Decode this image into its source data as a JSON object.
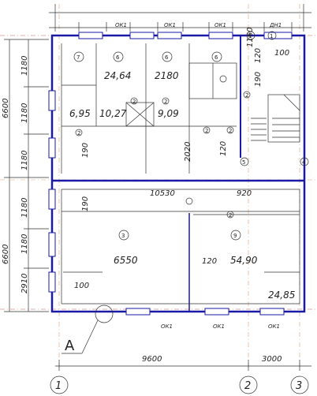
{
  "axes": {
    "a": "1",
    "b": "2",
    "c": "3",
    "row": "A"
  },
  "left_dims": {
    "total_top": "6600",
    "total_bottom": "6600",
    "s1": "1180",
    "s2": "1180",
    "s3": "1180",
    "s4": "1180",
    "s5": "1180",
    "s6": "2910"
  },
  "bottom_dims": {
    "d1": "9600",
    "d2": "3000"
  },
  "windows": {
    "ok": "ОК1",
    "dn": "ДН1"
  },
  "rooms": {
    "r7": "7",
    "r6a": "6",
    "r6b": "6",
    "r6c": "6",
    "r3": "3",
    "r9": "9",
    "r2a": "2",
    "r2b": "2",
    "r2c": "2",
    "r2d": "2",
    "r2e": "2",
    "r2f": "2",
    "r2g": "2",
    "r1a": "1",
    "r1b": "1",
    "r5": "5",
    "r4": "4"
  },
  "areas": {
    "a2464": "24,64",
    "a2180": "2180",
    "a695": "6,95",
    "a1027": "10,27",
    "a909": "9,09",
    "a6550": "6550",
    "a5490": "54,90",
    "a2485": "24,85"
  },
  "inner_dims": {
    "d190a": "190",
    "d190b": "190",
    "d190c": "190",
    "d120a": "120",
    "d120b": "120",
    "d120c": "120",
    "d1160": "1160",
    "d100a": "100",
    "d100b": "100",
    "d2020": "2020",
    "d10530": "10530",
    "d920": "920"
  }
}
